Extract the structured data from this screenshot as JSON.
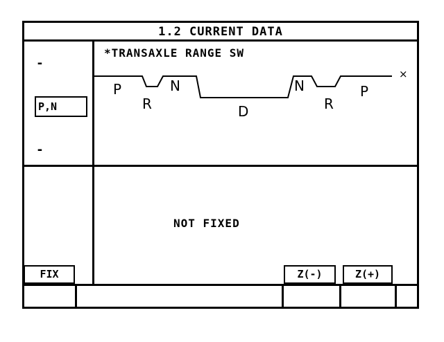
{
  "screen": {
    "title": "1.2 CURRENT DATA"
  },
  "sidebar": {
    "upper_value": "-",
    "current_value": "P,N",
    "lower_value": "-"
  },
  "graph": {
    "item_label": "*TRANSAXLE RANGE SW",
    "states": [
      "P",
      "R",
      "N",
      "D",
      "N",
      "R",
      "P"
    ],
    "cursor_marker": "×"
  },
  "status": {
    "text": "NOT FIXED"
  },
  "function_keys": {
    "fix": "FIX",
    "zoom_out": "Z(-)",
    "zoom_in": "Z(+)"
  }
}
